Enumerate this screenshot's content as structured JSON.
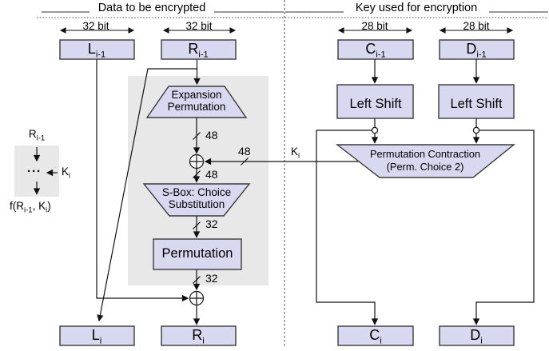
{
  "colors": {
    "box_fill": "#d8d8f0",
    "box_border": "#3a3a3a",
    "panel_fill": "#e8e8e8",
    "line": "#111111",
    "background": "#ffffff"
  },
  "headers": {
    "left": "Data to be encrypted",
    "right": "Key used for encryption"
  },
  "bit_labels": {
    "data_l": "32 bit",
    "data_r": "32 bit",
    "key_c": "28 bit",
    "key_d": "28 bit"
  },
  "registers": {
    "l_prev": {
      "base": "L",
      "sub": "i-1"
    },
    "r_prev": {
      "base": "R",
      "sub": "i-1"
    },
    "c_prev": {
      "base": "C",
      "sub": "i-1"
    },
    "d_prev": {
      "base": "D",
      "sub": "i-1"
    },
    "l_next": {
      "base": "L",
      "sub": "i"
    },
    "r_next": {
      "base": "R",
      "sub": "i"
    },
    "c_next": {
      "base": "C",
      "sub": "i"
    },
    "d_next": {
      "base": "D",
      "sub": "i"
    }
  },
  "blocks": {
    "expansion": {
      "line1": "Expansion",
      "line2": "Permutation"
    },
    "sbox": {
      "line1": "S-Box: Choice",
      "line2": "Substitution"
    },
    "permutation": "Permutation",
    "left_shift_c": "Left Shift",
    "left_shift_d": "Left Shift",
    "pc2": {
      "line1": "Permutation Contraction",
      "line2": "(Perm. Choice 2)"
    }
  },
  "wire_labels": {
    "expansion_out": "48",
    "subkey_width": "48",
    "xor_out": "48",
    "sbox_out": "32",
    "perm_out": "32",
    "subkey_name": {
      "base": "K",
      "sub": "i"
    }
  },
  "legend": {
    "input": {
      "base": "R",
      "sub": "i-1"
    },
    "dots": "···",
    "key": {
      "base": "K",
      "sub": "i"
    },
    "output": {
      "p1": "f(R",
      "p2": "i-1",
      "p3": ", K",
      "p4": "i",
      "p5": ")"
    }
  }
}
